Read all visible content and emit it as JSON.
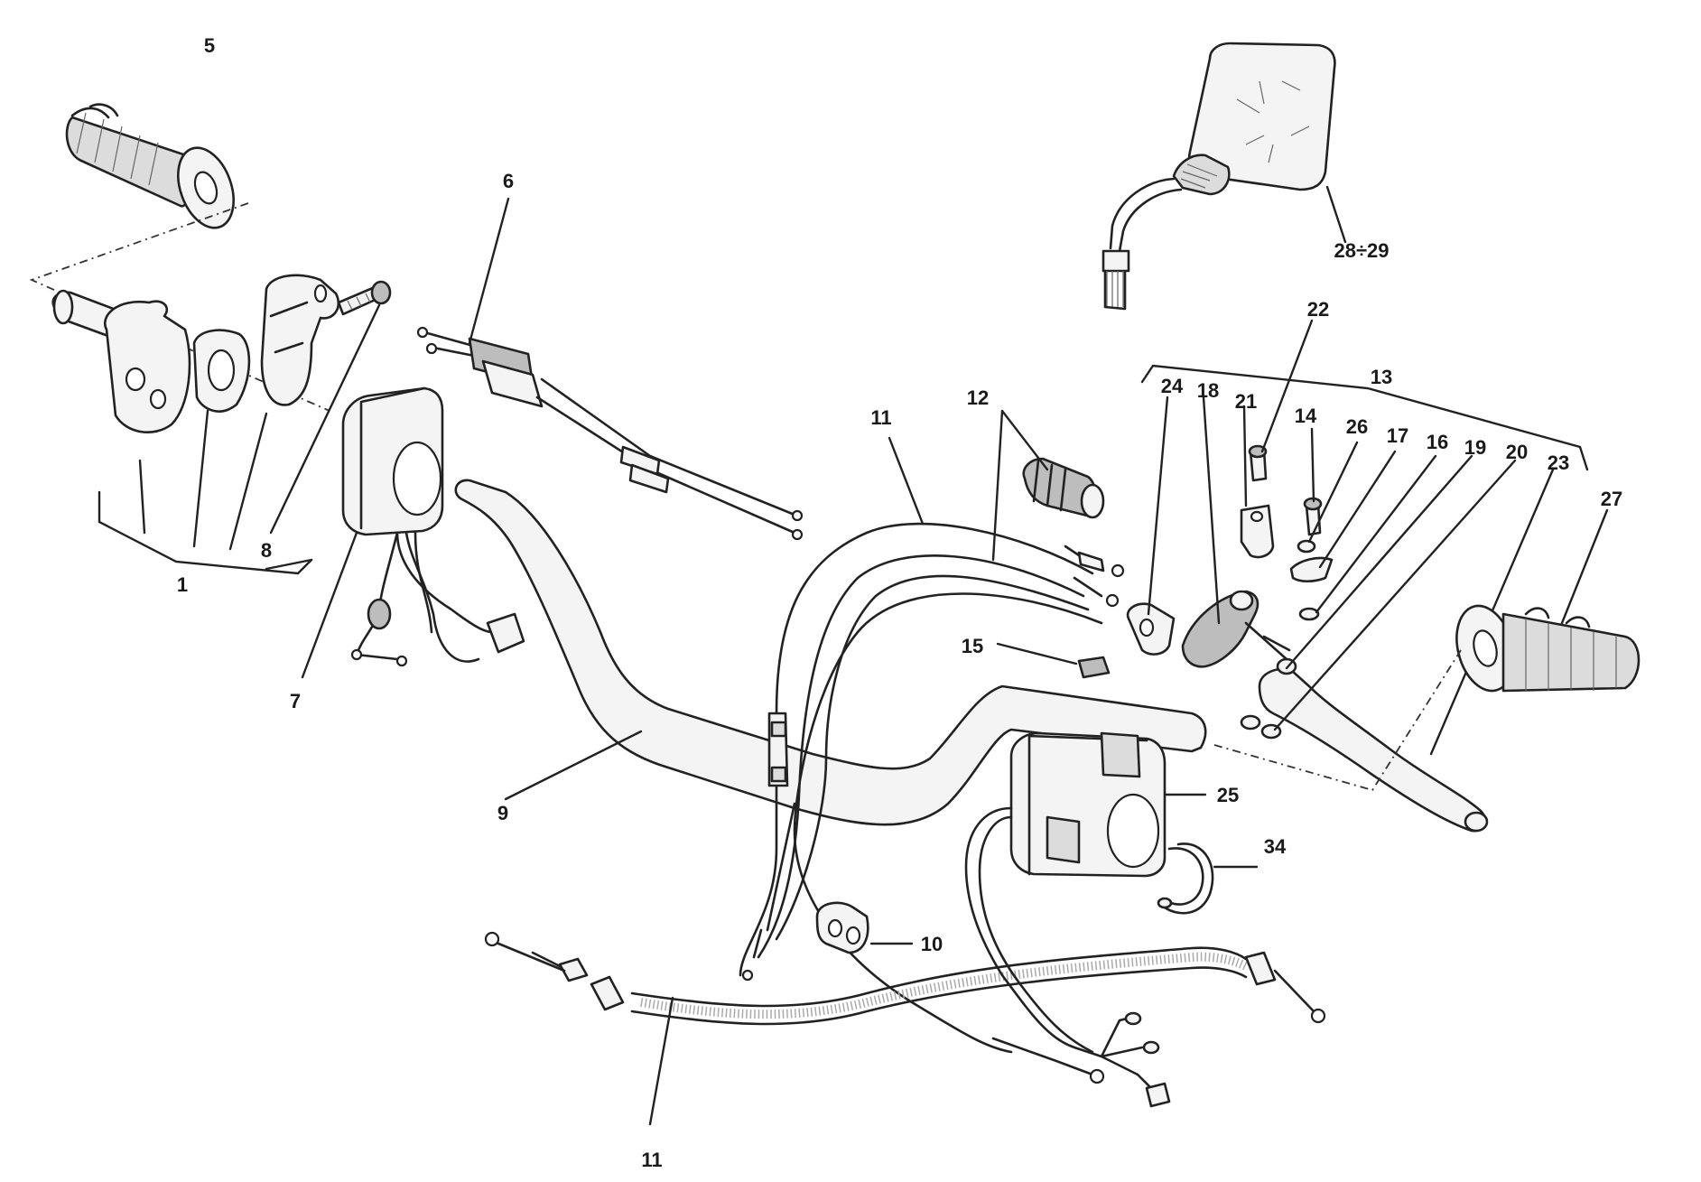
{
  "diagram": {
    "labels": {
      "c1": "1",
      "c5": "5",
      "c6": "6",
      "c7": "7",
      "c8": "8",
      "c9": "9",
      "c10": "10",
      "c11a": "11",
      "c11b": "11",
      "c12": "12",
      "c13": "13",
      "c14": "14",
      "c15": "15",
      "c16": "16",
      "c17": "17",
      "c18": "18",
      "c19": "19",
      "c20": "20",
      "c21": "21",
      "c22": "22",
      "c23": "23",
      "c24": "24",
      "c25": "25",
      "c26": "26",
      "c27": "27",
      "c28": "28÷29",
      "c34": "34"
    }
  }
}
